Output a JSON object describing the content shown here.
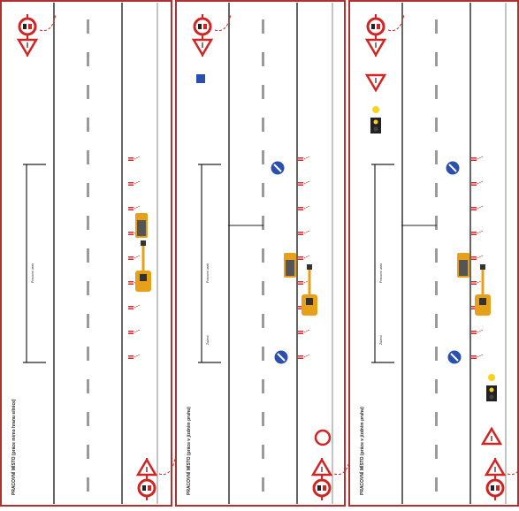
{
  "panels": [
    {
      "id": "panel-1",
      "caption": "PRACOVNÍ MÍSTO (práce mimo hranu silnice)",
      "workzone_label": "Pracovní úsek",
      "signs_top": [
        "no-overtaking",
        "warning-triangle"
      ],
      "signs_bottom": [
        "warning-triangle",
        "no-overtaking"
      ],
      "vehicles": [
        "truck",
        "excavator"
      ]
    },
    {
      "id": "panel-2",
      "caption": "PRACOVNÍ MÍSTO (práce v jízdním pruhu)",
      "workzone_label": "Pracovní úsek",
      "side_label": "Zúžení",
      "signs_top": [
        "no-overtaking",
        "lane-info"
      ],
      "signs_bottom": [
        "speed-limit",
        "warning-triangle",
        "no-overtaking"
      ],
      "vehicles": [
        "truck",
        "excavator"
      ]
    },
    {
      "id": "panel-3",
      "caption": "PRACOVNÍ MÍSTO (práce v jízdním pruhu)",
      "workzone_label": "Pracovní úsek",
      "side_label": "Zúžení",
      "signs_top": [
        "no-overtaking",
        "warning-triangle",
        "traffic-light"
      ],
      "signs_bottom": [
        "traffic-light",
        "warning-triangle",
        "no-overtaking"
      ],
      "vehicles": [
        "truck",
        "excavator"
      ]
    }
  ],
  "colors": {
    "border": "#b03030",
    "road_line": "#333333",
    "dash": "#9a9a9a",
    "sign_red": "#d32424",
    "keep_blue": "#2a4fae",
    "machine_yellow": "#e7a01a",
    "cone": "#d62828"
  }
}
